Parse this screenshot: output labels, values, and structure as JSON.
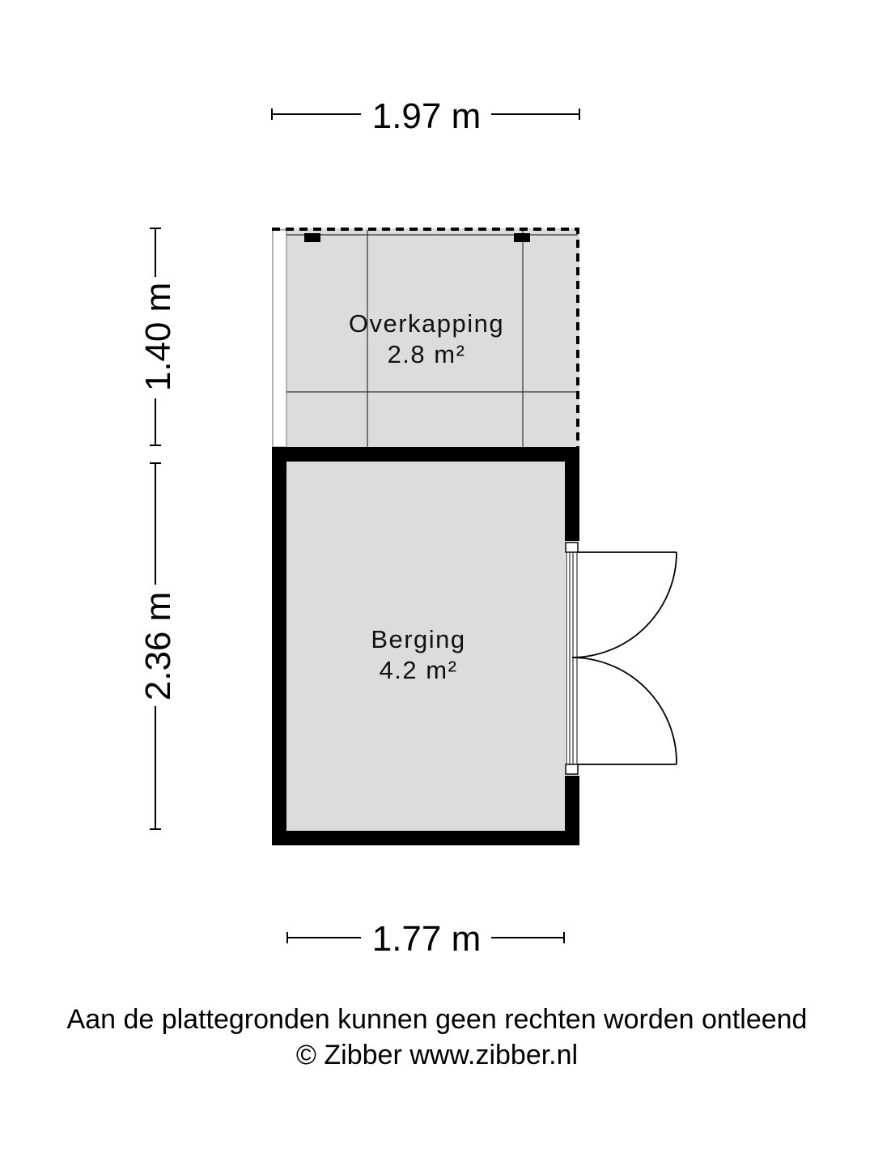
{
  "dimensions": {
    "top_width": "1.97 m",
    "bottom_width": "1.77 m",
    "left_upper_height": "1.40 m",
    "left_lower_height": "2.36 m"
  },
  "rooms": [
    {
      "name": "Overkapping",
      "area": "2.8 m²"
    },
    {
      "name": "Berging",
      "area": "4.2 m²"
    }
  ],
  "footer": {
    "disclaimer": "Aan de plattegronden kunnen geen rechten worden ontleend",
    "copyright": "© Zibber www.zibber.nl"
  },
  "colors": {
    "floor": "#dcdcdc",
    "wall": "#000000"
  }
}
